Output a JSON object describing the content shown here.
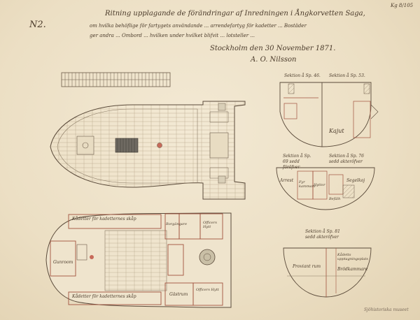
{
  "sheet": {
    "number_mark": "N2.",
    "title_lines": [
      "Ritning upplagande de förändringar af Inredningen i Ångkorvetten Saga,",
      "om hvilka behöflige för fartygets användande ... arrendefartyg för kadetter ... Bostäder",
      "ger andra ... Ombord ... hvilken under hvilket blifvit ... lotsteller ..."
    ],
    "place_date": "Stockholm den 30 November 1871.",
    "signature": "A. O. Nilsson",
    "catalog_mark": "Kg 8/105",
    "stamp_text": "Sjöhistoriska museet",
    "sections": {
      "s46": "Sektion å Sp. 46.",
      "s53": "Sektion å Sp. 53.",
      "s69": "Sektion å Sp. 69 sedd föröfver",
      "s76": "Sektion å Sp. 76 sedd akteröfver",
      "s81": "Sektion å Sp. 81 sedd akteröfver"
    },
    "rooms": {
      "kajut": "Kajut",
      "arrest": "Arrest",
      "fyr_kammare": "Fyr kammare",
      "segelkoj": "Segelkoj",
      "befalh": "Befälh",
      "hyttor": "Hyttor",
      "kadett_top": "Kådetter för kadetternes skåp",
      "kadett_bottom": "Kådetter för kadetternes skåp",
      "gunroom": "Gunroom",
      "rorg": "Rorgängare",
      "officer_hytt_1": "Officers Hytt",
      "officer_hytt_2": "Officers Hytt",
      "gastrum": "Gästrum",
      "provianti": "Proviant rum",
      "brodkam": "Brödkammare",
      "kanslerirum": "Kådetts upptagningsplats"
    }
  }
}
